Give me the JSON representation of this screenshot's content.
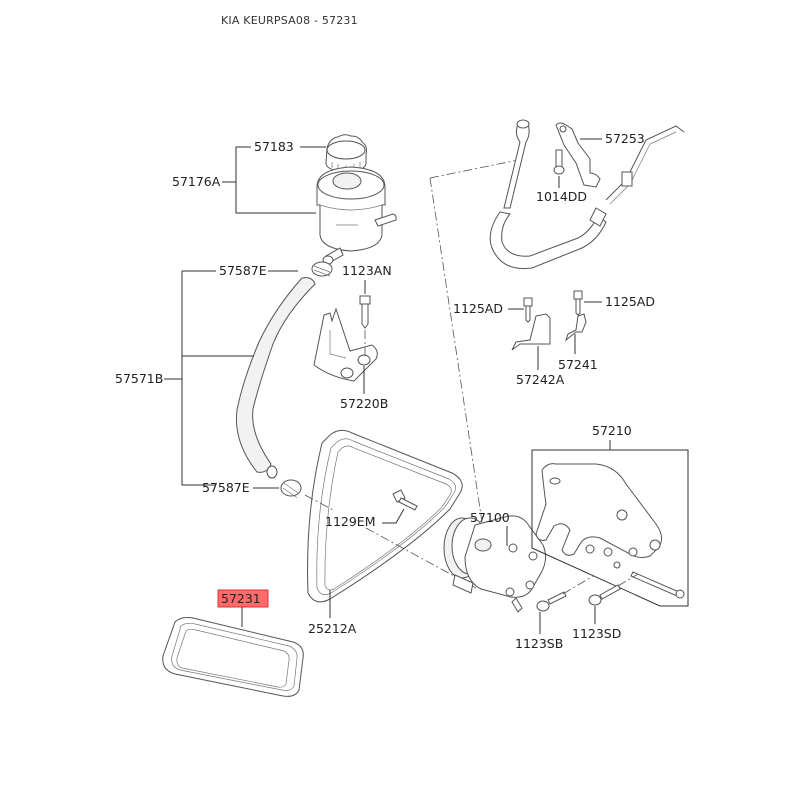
{
  "title": "KIA KEURPSA08 - 57231",
  "highlight_color": "#ff6b6b",
  "highlighted_part": "57231",
  "callouts": {
    "c57183": "57183",
    "c57176A": "57176A",
    "c57587E_top": "57587E",
    "c1123AN": "1123AN",
    "c57571B": "57571B",
    "c57220B": "57220B",
    "c57587E_bottom": "57587E",
    "c1129EM": "1129EM",
    "c57100": "57100",
    "c25212A": "25212A",
    "c57231": "57231",
    "c57253": "57253",
    "c1014DD": "1014DD",
    "c1125AD_left": "1125AD",
    "c1125AD_right": "1125AD",
    "c57242A": "57242A",
    "c57241": "57241",
    "c57210": "57210",
    "c1123SB": "1123SB",
    "c1123SD": "1123SD"
  }
}
